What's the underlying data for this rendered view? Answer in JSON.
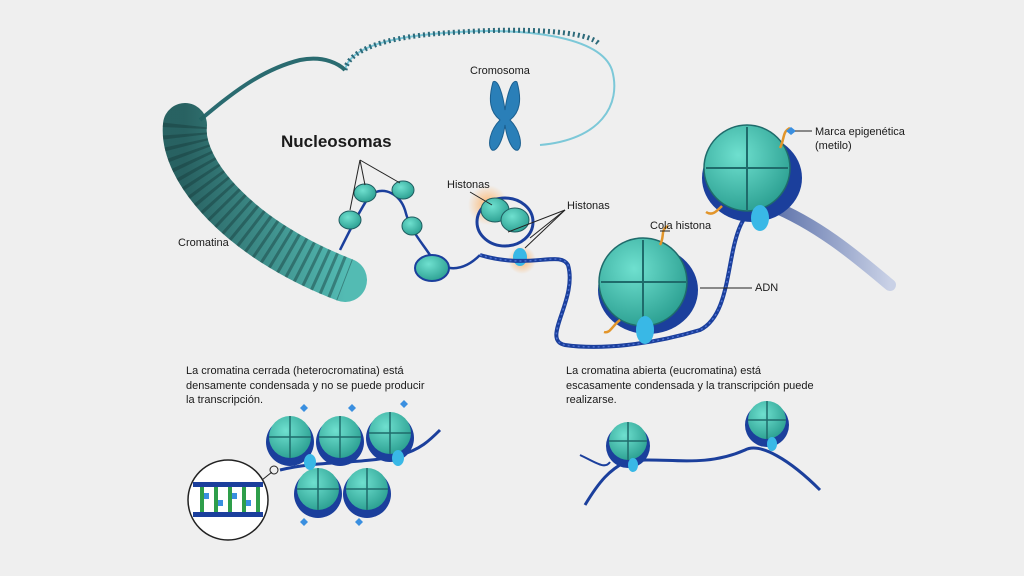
{
  "labels": {
    "chromosome": "Cromosoma",
    "nucleosomes": "Nucleosomas",
    "chromatin": "Cromatina",
    "histones_1": "Histonas",
    "histones_2": "Histonas",
    "histone_tail": "Cola histona",
    "dna": "ADN",
    "epigenetic_mark_line1": "Marca epigenética",
    "epigenetic_mark_line2": "(metilo)"
  },
  "captions": {
    "closed": "La cromatina cerrada (heterocromatina) está densamente condensada y no se puede producir la transcripción.",
    "open": "La cromatina abierta (eucromatina) está escasamente condensada y la transcripción puede realizarse."
  },
  "colors": {
    "background": "#efefef",
    "histone_teal": "#3fbfae",
    "dna_blue": "#1b3f9c",
    "tail_orange": "#e2952a",
    "mark_blue": "#3a8fe0",
    "chromosome_blue": "#2a7fb8"
  }
}
